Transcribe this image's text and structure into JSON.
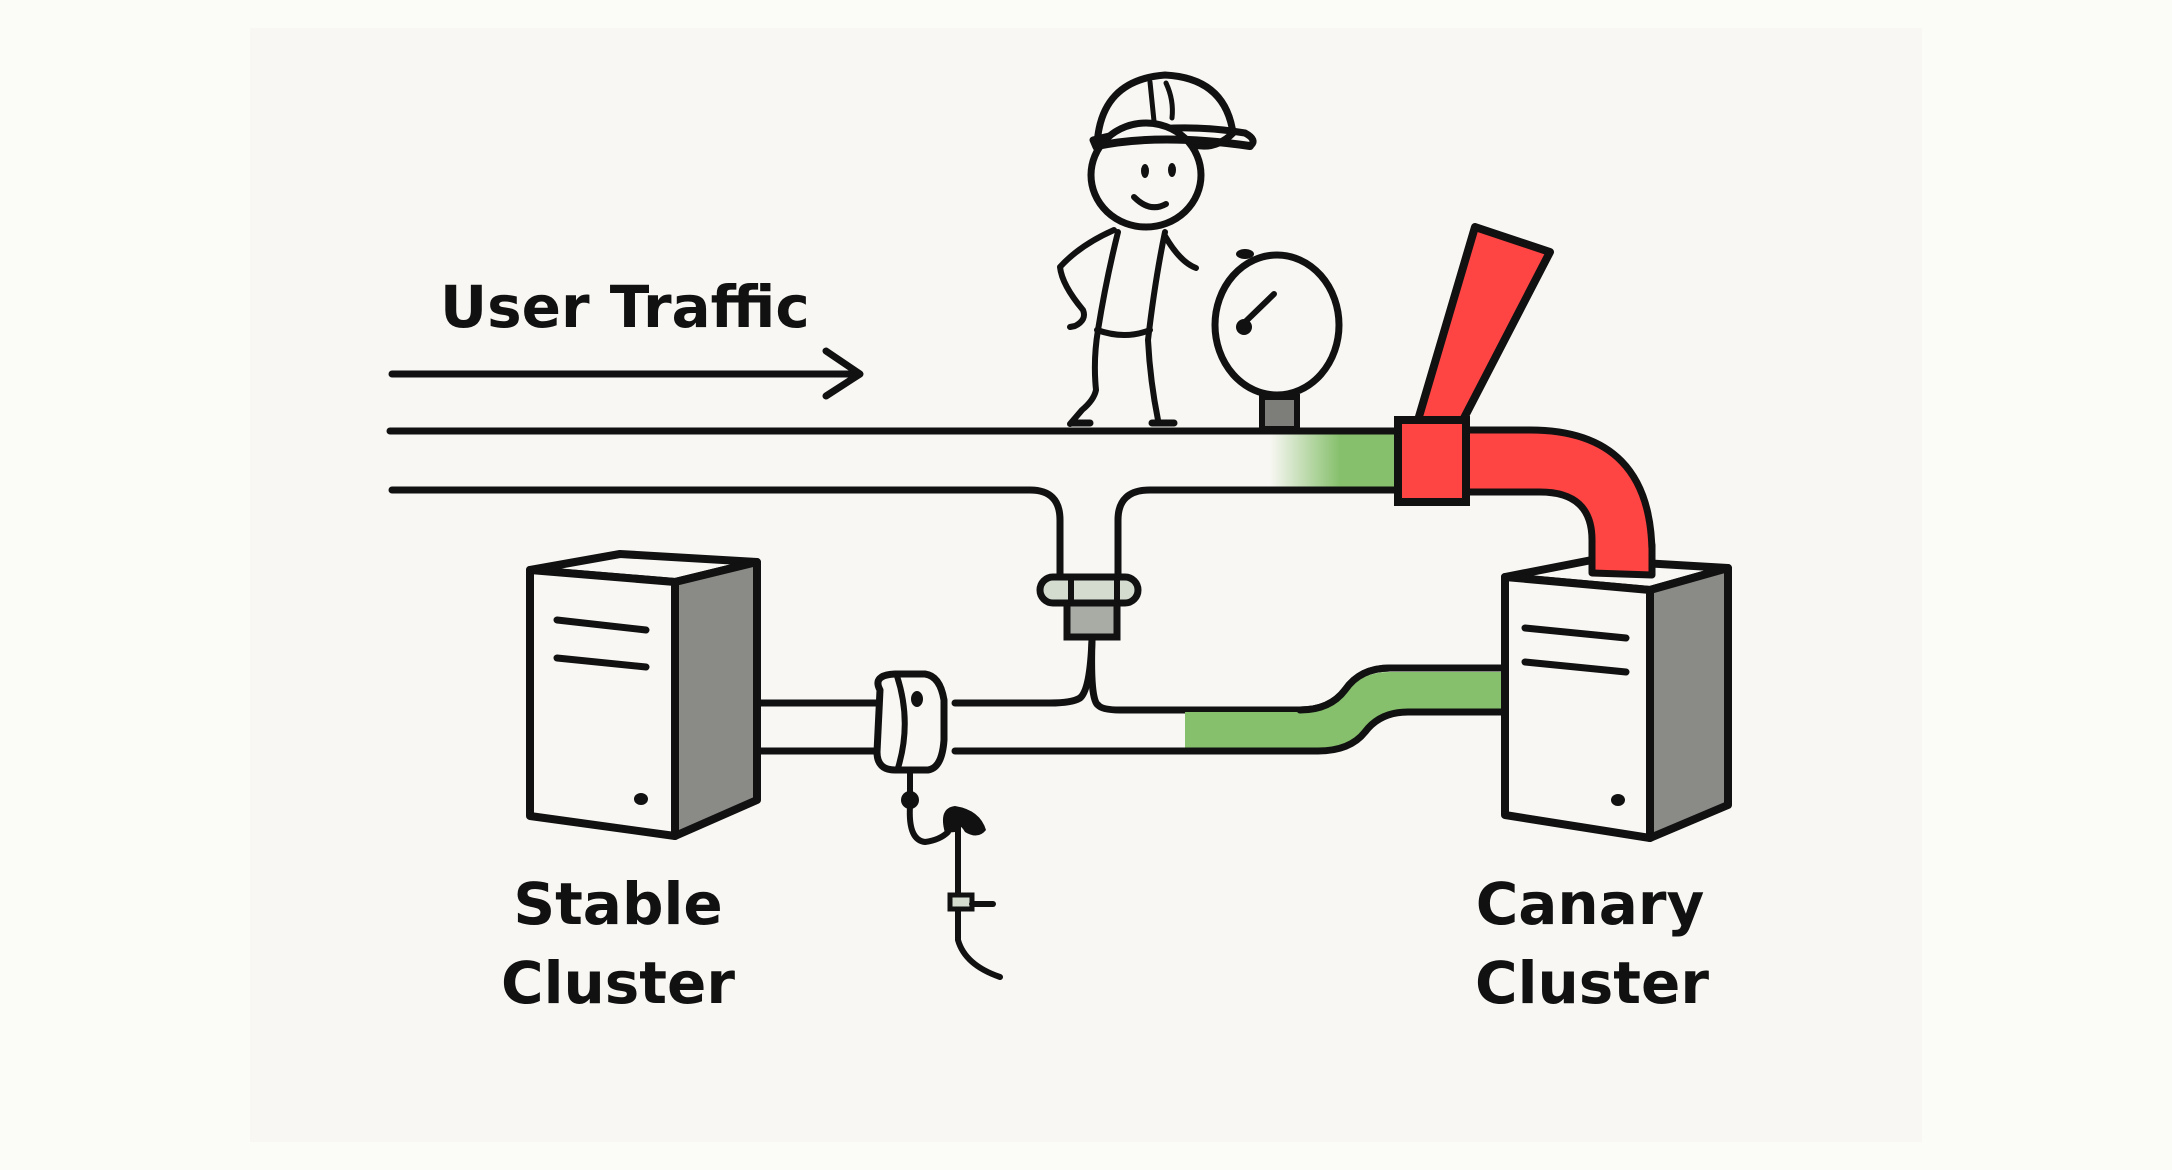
{
  "diagram": {
    "title": "Canary deployment traffic flow",
    "labels": {
      "traffic": "User Traffic",
      "stable_line1": "Stable",
      "stable_line2": "Cluster",
      "canary_line1": "Canary",
      "canary_line2": "Cluster"
    },
    "elements": {
      "engineer": "engineer-with-hard-hat",
      "gauge": "pressure-gauge",
      "flag": "red-alert-flag",
      "valve": "traffic-split-valve",
      "probe": "monitoring-probe"
    },
    "colors": {
      "ink": "#111111",
      "healthy": "#86c06c",
      "alert": "#ff4444",
      "server_side": "#8a8a87",
      "paper": "#f8f7f3",
      "background": "#fbfcf8"
    }
  }
}
